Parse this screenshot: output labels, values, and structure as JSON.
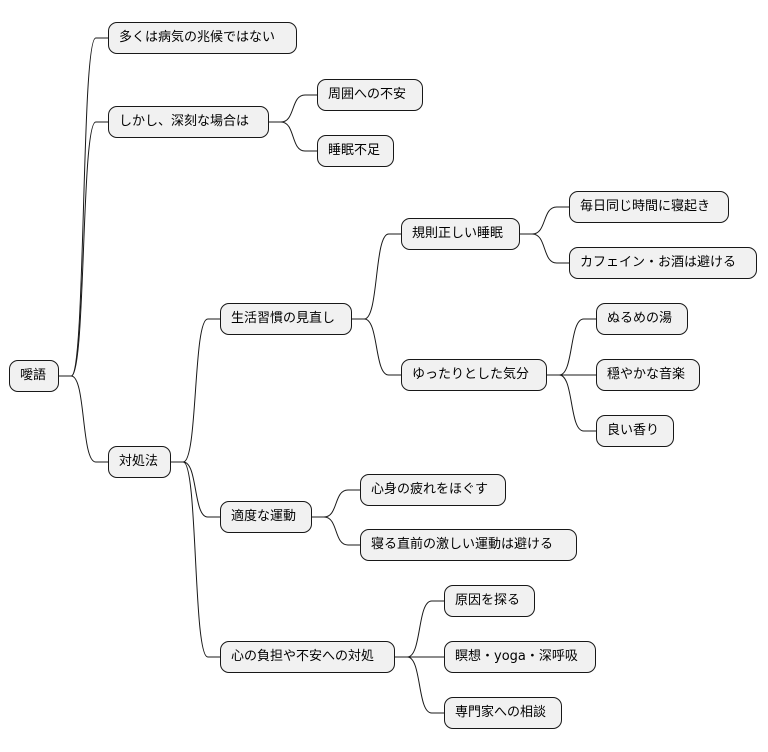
{
  "mindmap": {
    "root": {
      "id": "root",
      "label": "噯語",
      "children": [
        {
          "id": "n1",
          "label": "多くは病気の兆候ではない"
        },
        {
          "id": "n2",
          "label": "しかし、深刻な場合は",
          "children": [
            {
              "id": "n2a",
              "label": "周囲への不安"
            },
            {
              "id": "n2b",
              "label": "睡眠不足"
            }
          ]
        },
        {
          "id": "n3",
          "label": "対処法",
          "children": [
            {
              "id": "n3a",
              "label": "生活習慣の見直し",
              "children": [
                {
                  "id": "n3a1",
                  "label": "規則正しい睡眠",
                  "children": [
                    {
                      "id": "n3a1a",
                      "label": "毎日同じ時間に寝起き"
                    },
                    {
                      "id": "n3a1b",
                      "label": "カフェイン・お酒は避ける"
                    }
                  ]
                },
                {
                  "id": "n3a2",
                  "label": "ゆったりとした気分",
                  "children": [
                    {
                      "id": "n3a2a",
                      "label": "ぬるめの湯"
                    },
                    {
                      "id": "n3a2b",
                      "label": "穏やかな音楽"
                    },
                    {
                      "id": "n3a2c",
                      "label": "良い香り"
                    }
                  ]
                }
              ]
            },
            {
              "id": "n3b",
              "label": "適度な運動",
              "children": [
                {
                  "id": "n3b1",
                  "label": "心身の疲れをほぐす"
                },
                {
                  "id": "n3b2",
                  "label": "寝る直前の激しい運動は避ける"
                }
              ]
            },
            {
              "id": "n3c",
              "label": "心の負担や不安への対処",
              "children": [
                {
                  "id": "n3c1",
                  "label": "原因を探る"
                },
                {
                  "id": "n3c2",
                  "label": "瞑想・yoga・深呼吸"
                },
                {
                  "id": "n3c3",
                  "label": "専門家への相談"
                }
              ]
            }
          ]
        }
      ]
    }
  },
  "colors": {
    "node_fill": "#f1f1f1",
    "node_border": "#181818",
    "edge": "#181818",
    "background": "#ffffff"
  }
}
